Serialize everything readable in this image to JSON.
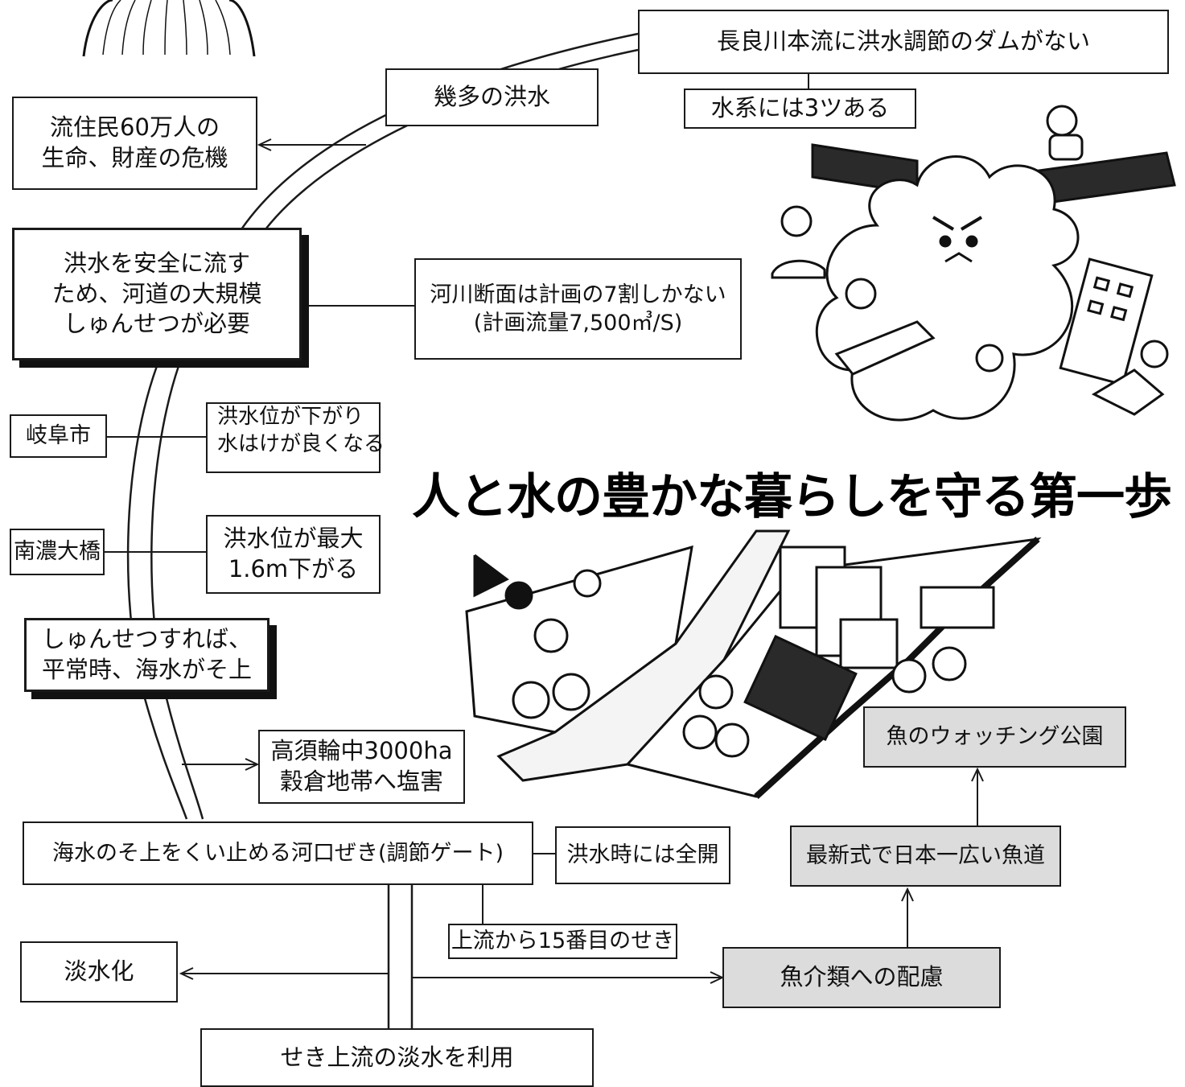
{
  "diagram": {
    "title": "人と水の豊かな暮らしを守る第一歩",
    "nodes": {
      "no_flood_dam": "長良川本流に洪水調節のダムがない",
      "three_systems": "水系には3ツある",
      "many_floods": "幾多の洪水",
      "residents_crisis": [
        "流住民60万人の",
        "生命、財産の危機"
      ],
      "dredging_needed": [
        "洪水を安全に流す",
        "ため、河道の大規模",
        "しゅんせつが必要"
      ],
      "river_section": [
        "河川断面は計画の7割しかない",
        "(計画流量7,500㎥/S)"
      ],
      "gifu_city": "岐阜市",
      "flood_level_down": [
        "洪水位が下がり",
        "水はけが良くなる"
      ],
      "nanno_bridge": "南濃大橋",
      "flood_level_max": [
        "洪水位が最大",
        "1.6m下がる"
      ],
      "seawater_rise": [
        "しゅんせつすれば、",
        "平常時、海水がそ上"
      ],
      "salt_damage": [
        "高須輪中3000ha",
        "穀倉地帯へ塩害"
      ],
      "estuary_weir": "海水のそ上をくい止める河口ぜき(調節ゲート)",
      "full_open": "洪水時には全開",
      "fifteenth_weir": "上流から15番目のせき",
      "freshwater": "淡水化",
      "fish_consideration": "魚介類への配慮",
      "fishway": "最新式で日本一広い魚道",
      "watching_park": "魚のウォッチング公園",
      "use_freshwater": "せき上流の淡水を利用"
    }
  }
}
